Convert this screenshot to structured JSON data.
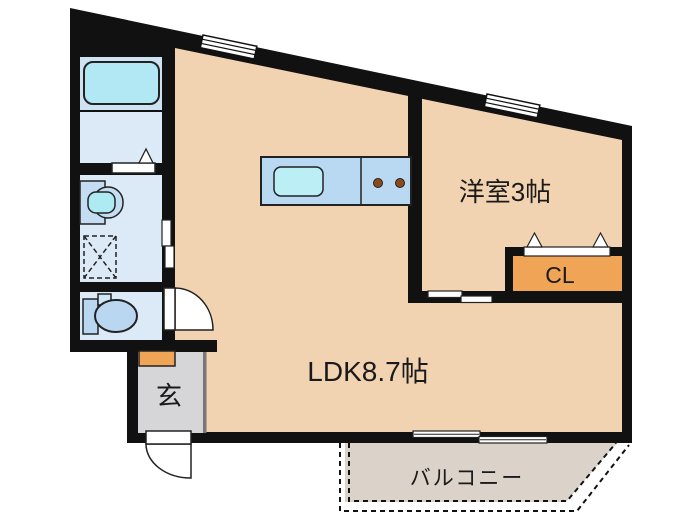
{
  "rooms": {
    "ldk": "LDK8.7帖",
    "western_room": "洋室3帖",
    "closet": "CL",
    "entrance": "玄",
    "balcony": "バルコニー"
  },
  "fixtures": {
    "bathtub": "bathtub",
    "washbasin": "washbasin",
    "washing_machine": "washing-machine-space",
    "toilet": "toilet",
    "kitchen_counter": "kitchen-counter",
    "kitchen_sink": "kitchen-sink",
    "stove_burners": "stove-burners",
    "shoe_cabinet": "shoe-cabinet"
  },
  "colors": {
    "wall": "#111111",
    "floor": "#f2d3b1",
    "closet_orange": "#f0a455",
    "entrance_gray": "#d6d6d9",
    "balcony_beige": "#dbd2ca",
    "wet_room_blue": "#dceaf8",
    "bath_room_blue": "#cfe2f2",
    "water_cyan": "#b2e8f3",
    "fixture_blue": "#b9d7f0",
    "counter_blue": "#b9d9f3",
    "burner_brown": "#8a4a1a"
  }
}
